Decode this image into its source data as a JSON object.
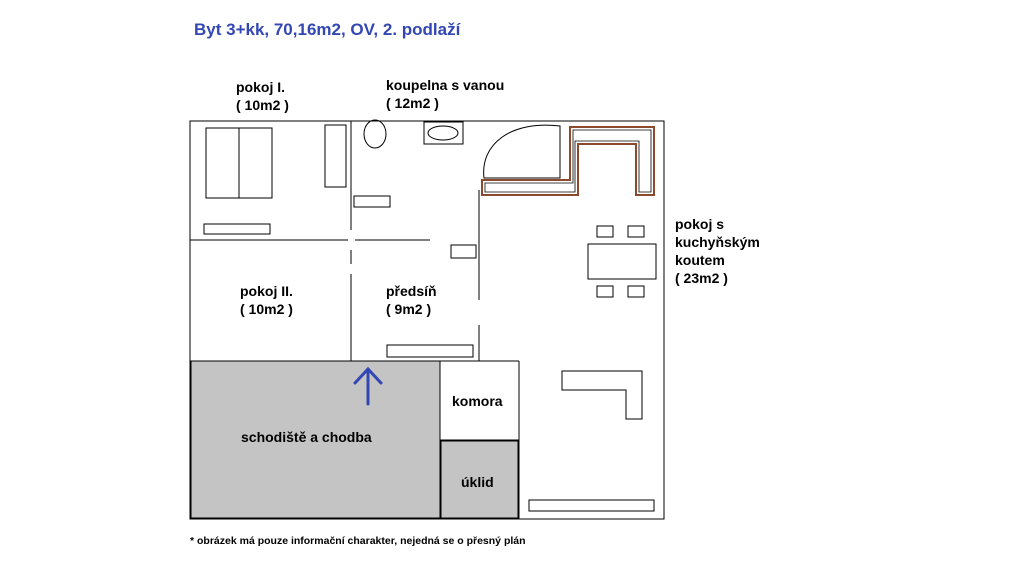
{
  "title": "Byt 3+kk, 70,16m2, OV, 2. podlaží",
  "rooms": {
    "pokoj1": {
      "name": "pokoj I.",
      "area": "( 10m2 )"
    },
    "koupelna": {
      "name": "koupelna s vanou",
      "area": "( 12m2 )"
    },
    "pokoj_kk": {
      "line1": "pokoj s",
      "line2": "kuchyňským",
      "line3": "koutem",
      "area": "( 23m2 )"
    },
    "pokoj2": {
      "name": "pokoj II.",
      "area": "( 10m2 )"
    },
    "predsin": {
      "name": "předsíň",
      "area": "( 9m2 )"
    },
    "komora": {
      "name": "komora"
    },
    "schodiste": {
      "name": "schodiště a chodba"
    },
    "uklid": {
      "name": "úklid"
    }
  },
  "footnote": "* obrázek má pouze informační charakter, nejedná se o přesný plán",
  "colors": {
    "title": "#3347b3",
    "arrow": "#3347b3",
    "counter": "#8b4a2b",
    "common_area": "#c4c4c4"
  },
  "icons": [
    "entrance-arrow-icon"
  ]
}
